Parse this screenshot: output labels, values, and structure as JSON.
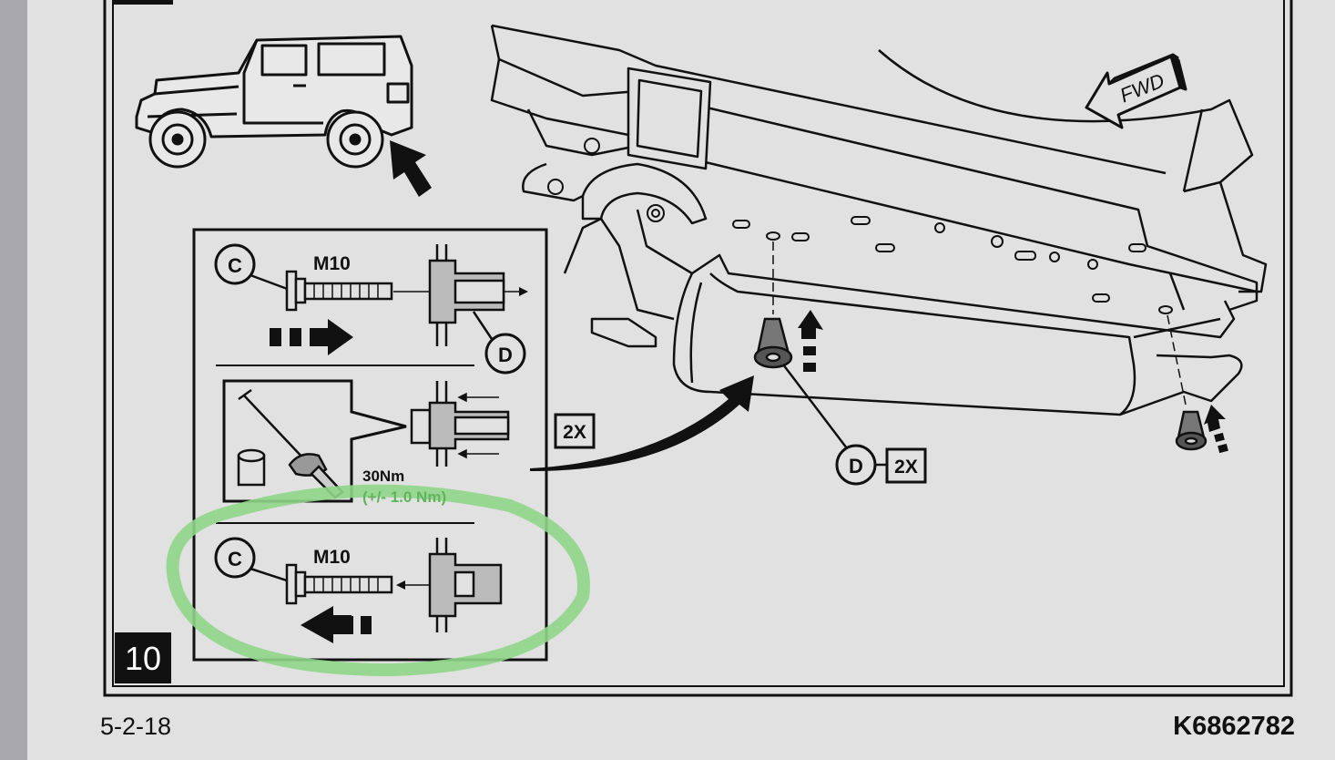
{
  "step_number": "10",
  "fwd_label": "FWD",
  "callouts": {
    "c": "C",
    "d": "D",
    "qty": "2X"
  },
  "bolt_size": "M10",
  "torque": {
    "value": "30Nm",
    "tolerance": "(+/- 1.0 Nm)"
  },
  "footer": {
    "date": "5-2-18",
    "code": "K6862782"
  },
  "colors": {
    "page": "#e1e1e1",
    "background": "#a9a9ad",
    "ink": "#111111",
    "highlight": "#8fd68a"
  }
}
